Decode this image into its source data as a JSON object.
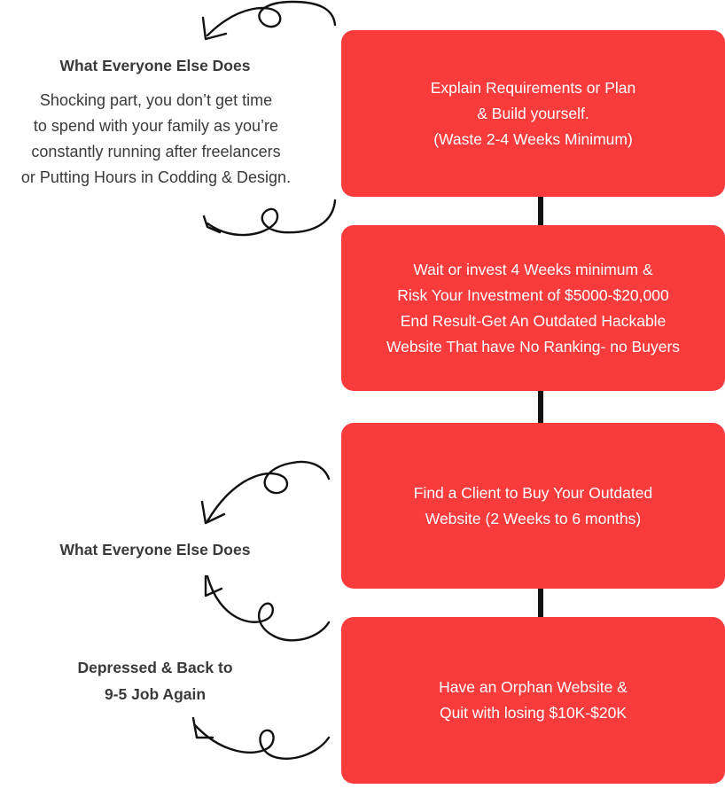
{
  "diagram": {
    "steps": [
      {
        "lines": [
          "Explain Requirements or Plan",
          "& Build yourself.",
          "(Waste 2-4 Weeks Minimum)"
        ]
      },
      {
        "lines": [
          "Wait or invest 4 Weeks minimum &",
          "Risk Your Investment of $5000-$20,000",
          "End Result-Get An Outdated Hackable",
          "Website That have No Ranking- no Buyers"
        ]
      },
      {
        "lines": [
          "Find a Client to Buy Your Outdated",
          "Website (2 Weeks to 6 months)"
        ]
      },
      {
        "lines": [
          "Have an Orphan Website &",
          "Quit with losing $10K-$20K"
        ]
      }
    ],
    "side_notes": [
      {
        "heading": "What Everyone Else Does",
        "body_lines": [
          "Shocking part, you don’t get time",
          "to spend with your family as you’re",
          "constantly running after freelancers",
          "or Putting Hours in Codding & Design."
        ]
      },
      {
        "heading": "What Everyone Else Does"
      },
      {
        "heading_lines": [
          "Depressed & Back to",
          "9-5 Job Again"
        ]
      }
    ]
  },
  "colors": {
    "box": "#f93b3c",
    "box_text": "#ffffff",
    "side_text": "#3a3a3a",
    "line": "#111111"
  }
}
